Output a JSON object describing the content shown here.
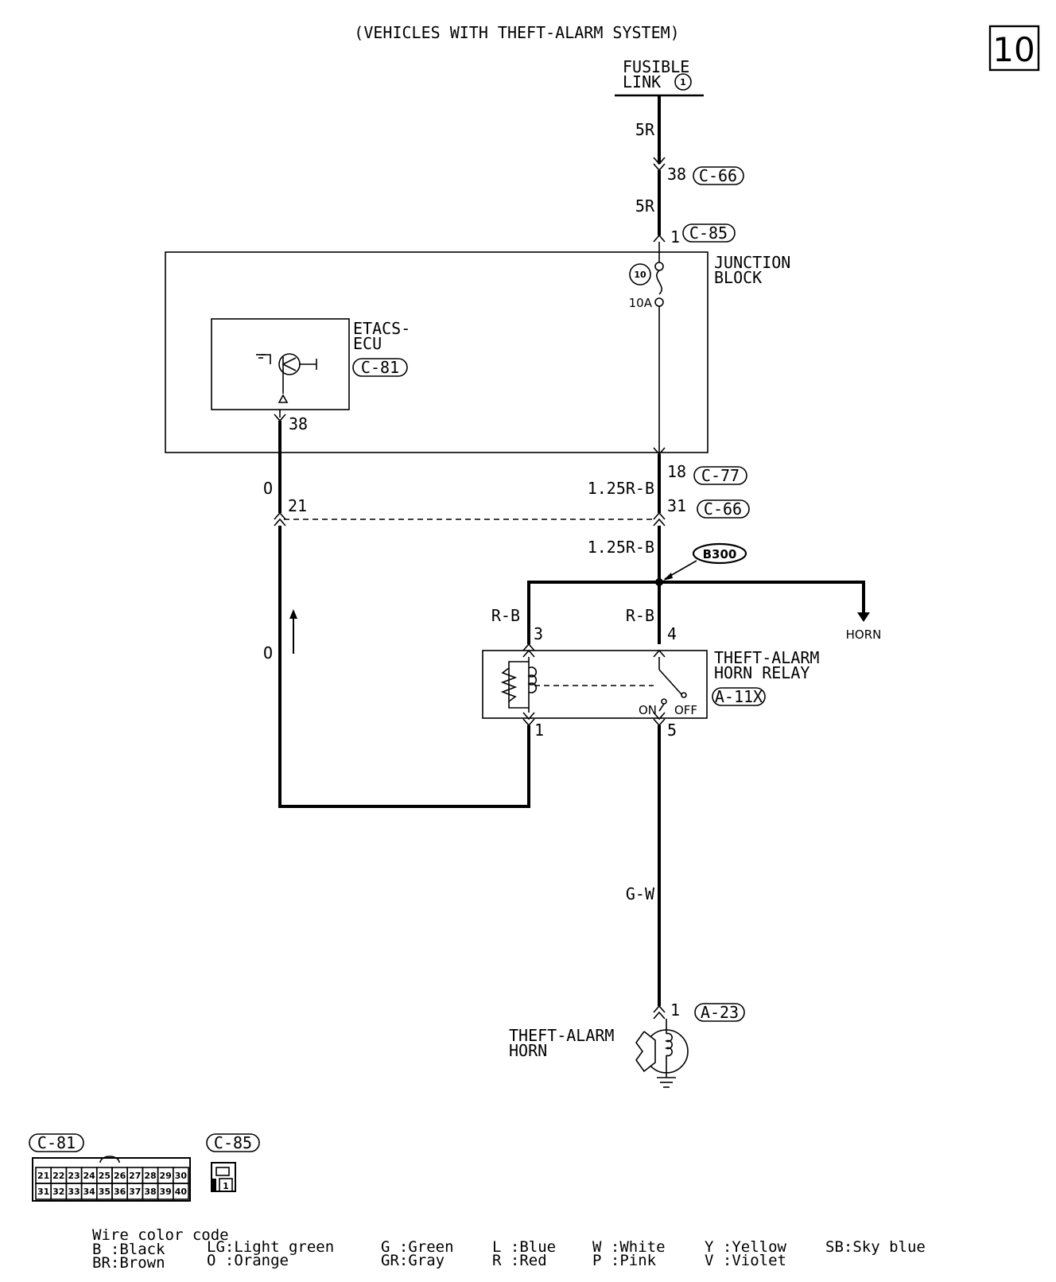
{
  "header": {
    "title": "(VEHICLES WITH THEFT-ALARM SYSTEM)",
    "page_number": "10"
  },
  "components": {
    "fusible_link": {
      "line1": "FUSIBLE",
      "line2": "LINK",
      "number": "1"
    },
    "junction_block": {
      "line1": "JUNCTION",
      "line2": "BLOCK",
      "fuse_number": "10",
      "fuse_rating": "10A"
    },
    "etacs_ecu": {
      "line1": "ETACS-",
      "line2": "ECU",
      "connector": "C-81",
      "pin": "38"
    },
    "horn_relay": {
      "line1": "THEFT-ALARM",
      "line2": "HORN RELAY",
      "connector": "A-11X",
      "on_label": "ON",
      "off_label": "OFF"
    },
    "theft_alarm_horn": {
      "line1": "THEFT-ALARM",
      "line2": "HORN",
      "connector": "A-23",
      "pin": "1"
    },
    "horn_branch": "HORN",
    "splice": "B300"
  },
  "wires": {
    "w5r_top": "5R",
    "w5r_mid": "5R",
    "w125_upper": "1.25R-B",
    "w125_lower": "1.25R-B",
    "rb_left": "R-B",
    "rb_right": "R-B",
    "o_upper": "O",
    "o_lower": "O",
    "gw": "G-W"
  },
  "connectors": {
    "c66_top": {
      "pin": "38",
      "id": "C-66"
    },
    "c85": {
      "pin": "1",
      "id": "C-85"
    },
    "c77": {
      "pin": "18",
      "id": "C-77"
    },
    "c66_mid": {
      "pin": "31",
      "id": "C-66"
    },
    "c66_left_pin": "21",
    "relay_pin3": "3",
    "relay_pin4": "4",
    "relay_pin1": "1",
    "relay_pin5": "5"
  },
  "legend_connectors": {
    "c81": {
      "id": "C-81",
      "row1": [
        "21",
        "22",
        "23",
        "24",
        "25",
        "26",
        "27",
        "28",
        "29",
        "30"
      ],
      "row2": [
        "31",
        "32",
        "33",
        "34",
        "35",
        "36",
        "37",
        "38",
        "39",
        "40"
      ]
    },
    "c85": {
      "id": "C-85",
      "pin": "1"
    }
  },
  "wire_color_code": {
    "title": "Wire color code",
    "columns": [
      [
        "B :Black",
        "BR:Brown"
      ],
      [
        "LG:Light green",
        "O :Orange"
      ],
      [
        "G :Green",
        "GR:Gray"
      ],
      [
        "L :Blue",
        "R :Red"
      ],
      [
        "W :White",
        "P :Pink"
      ],
      [
        "Y :Yellow",
        "V :Violet"
      ],
      [
        "SB:Sky blue"
      ]
    ]
  }
}
